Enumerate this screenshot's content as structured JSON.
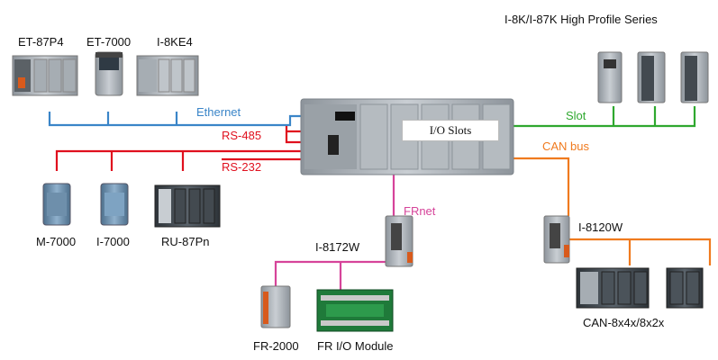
{
  "title": "I-8K/I-87K High Profile Series",
  "io_slots": "I/O Slots",
  "buses": {
    "ethernet": "Ethernet",
    "rs485": "RS-485",
    "rs232": "RS-232",
    "slot": "Slot",
    "can": "CAN bus",
    "frnet": "FRnet"
  },
  "devices": {
    "et87p4": "ET-87P4",
    "et7000": "ET-7000",
    "i8ke4": "I-8KE4",
    "m7000": "M-7000",
    "i7000": "I-7000",
    "ru87pn": "RU-87Pn",
    "i8172w": "I-8172W",
    "i8120w": "I-8120W",
    "fr2000": "FR-2000",
    "fr_io": "FR I/O Module",
    "can8x": "CAN-8x4x/8x2x"
  },
  "colors": {
    "ethernet": "#3a85c8",
    "serial": "#e0101e",
    "slot": "#2fa82f",
    "can": "#f07a1e",
    "frnet": "#d6449a"
  }
}
